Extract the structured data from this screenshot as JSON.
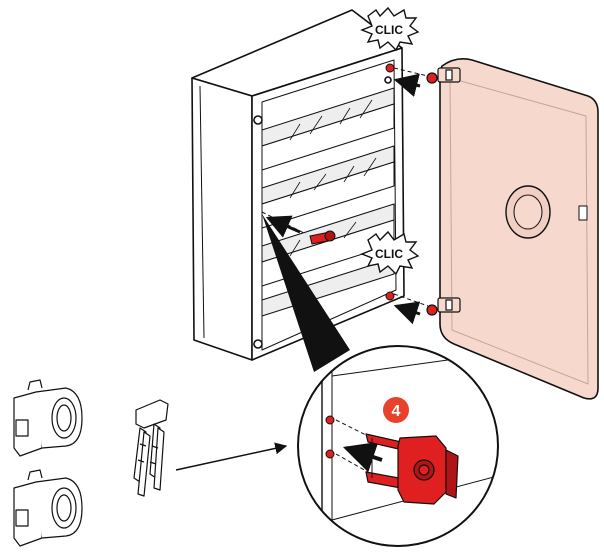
{
  "labels": {
    "clic_top": "CLIC",
    "clic_bottom": "CLIC",
    "step_number": "4"
  },
  "colors": {
    "door_fill": "#f7d8cc",
    "door_stroke": "#111111",
    "hinge_red": "#e02020",
    "hinge_dark": "#b11414",
    "badge_red": "#e8412c",
    "line": "#111111",
    "box_fill": "#ffffff",
    "glass": "#eeeeee"
  },
  "icons": {
    "arrow": "arrow-icon",
    "clip": "hinge-clip-icon",
    "pin": "hinge-pin-icon"
  }
}
